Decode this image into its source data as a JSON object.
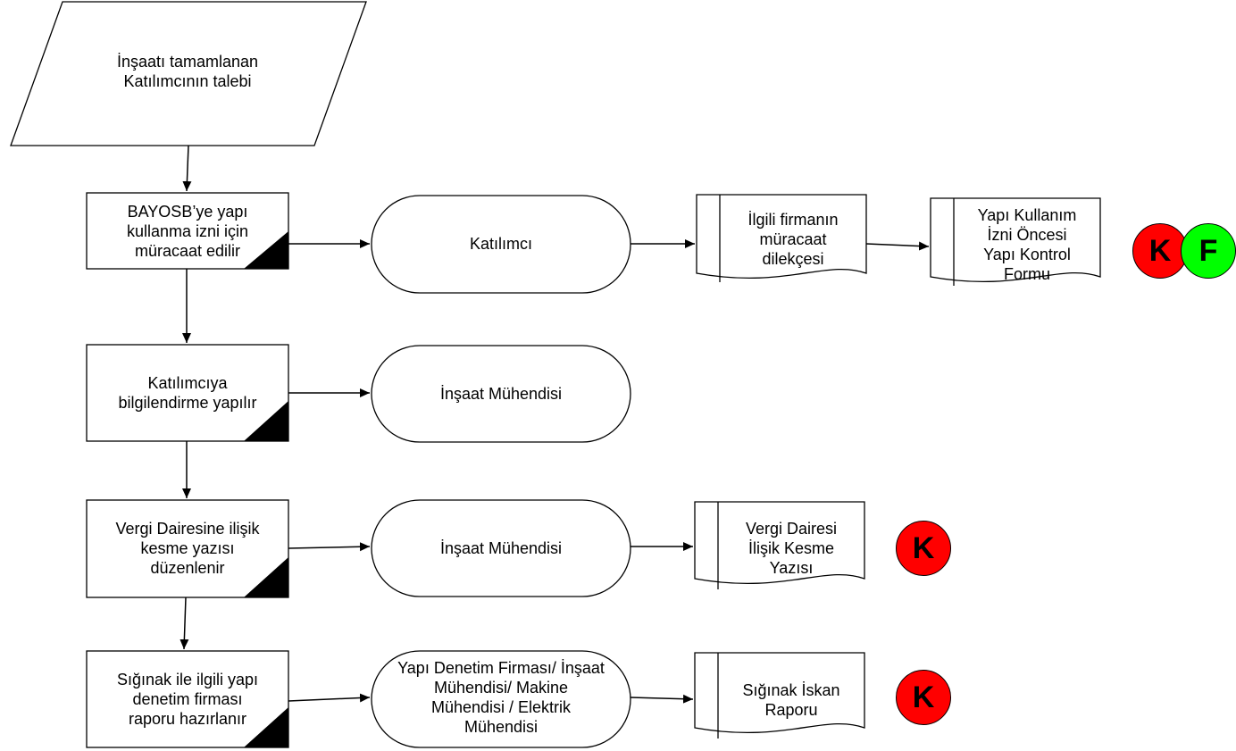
{
  "start": {
    "text": "İnşaatı tamamlanan\nKatılımcının talebi"
  },
  "steps": [
    {
      "text": "BAYOSB’ye yapı\nkullanma izni için\nmüracaat edilir"
    },
    {
      "text": "Katılımcıya\nbilgilendirme yapılır"
    },
    {
      "text": "Vergi Dairesine ilişik\nkesme yazısı\ndüzenlenir"
    },
    {
      "text": "Sığınak ile ilgili yapı\ndenetim firması\nraporu hazırlanır"
    }
  ],
  "actors": [
    {
      "text": "Katılımcı"
    },
    {
      "text": "İnşaat Mühendisi"
    },
    {
      "text": "İnşaat Mühendisi"
    },
    {
      "text": "Yapı Denetim Firması/ İnşaat\nMühendisi/ Makine\nMühendisi / Elektrik\nMühendisi"
    }
  ],
  "documents": [
    {
      "text": "İlgili firmanın\nmüracaat\ndilekçesi"
    },
    {
      "text": "Yapı Kullanım\nİzni Öncesi\nYapı Kontrol\nFormu"
    },
    {
      "text": "Vergi Dairesi\nİlişik Kesme\nYazısı"
    },
    {
      "text": "Sığınak İskan\nRaporu"
    }
  ],
  "badges": [
    {
      "letter": "K",
      "color": "#ff0000"
    },
    {
      "letter": "F",
      "color": "#00ff00"
    },
    {
      "letter": "K",
      "color": "#ff0000"
    },
    {
      "letter": "K",
      "color": "#ff0000"
    }
  ]
}
